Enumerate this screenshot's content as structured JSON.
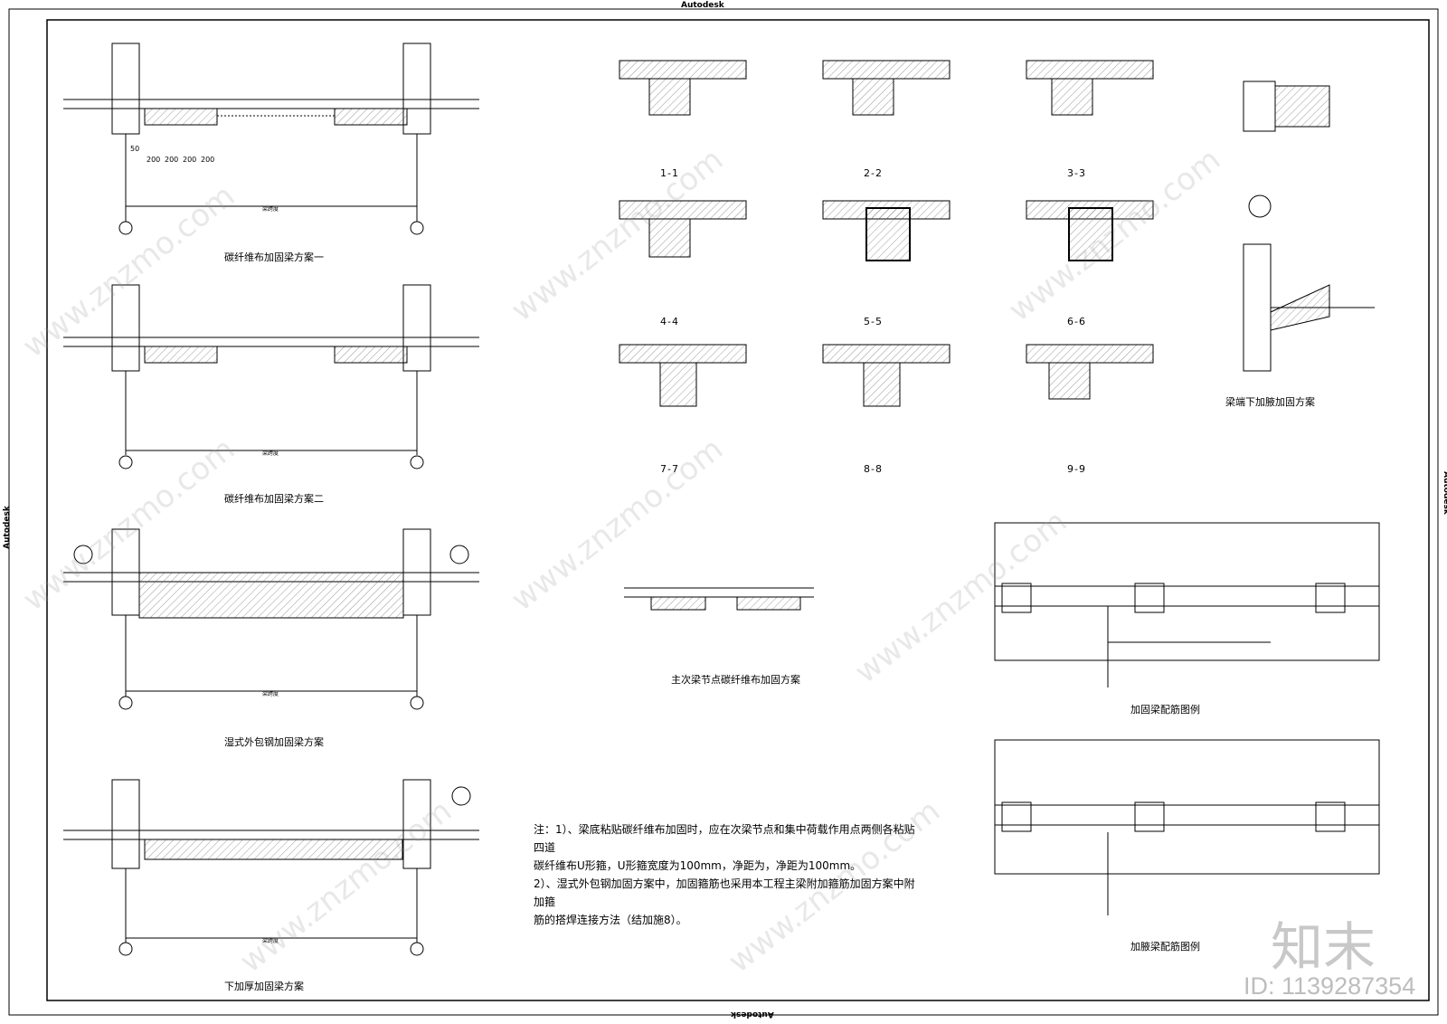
{
  "branding": {
    "autodesk": "Autodesk",
    "logo": "知末",
    "id_label": "ID: 1139287354"
  },
  "watermark": "www.znzmo.com",
  "titles": {
    "scheme1": "碳纤维布加固梁方案一",
    "scheme2": "碳纤维布加固梁方案二",
    "scheme3": "湿式外包钢加固梁方案",
    "scheme4": "下加厚加固梁方案",
    "joint": "主次梁节点碳纤维布加固方案",
    "haunch": "梁端下加腋加固方案",
    "plan1": "加固梁配筋图例",
    "plan2": "加腋梁配筋图例"
  },
  "sections": [
    "1-1",
    "2-2",
    "3-3",
    "4-4",
    "5-5",
    "6-6",
    "7-7",
    "8-8",
    "9-9"
  ],
  "span_label": "梁跨度",
  "dims": [
    "200",
    "200",
    "200",
    "200",
    "50"
  ],
  "notes": [
    "注：1）、梁底粘贴碳纤维布加固时，应在次梁节点和集中荷载作用点两侧各粘贴四道",
    "碳纤维布U形箍，U形箍宽度为100mm，净距为，净距为100mm。",
    "2）、湿式外包钢加固方案中，加固箍筋也采用本工程主梁附加箍筋加固方案中附加箍",
    "筋的搭焊连接方法（结加施8）。"
  ]
}
